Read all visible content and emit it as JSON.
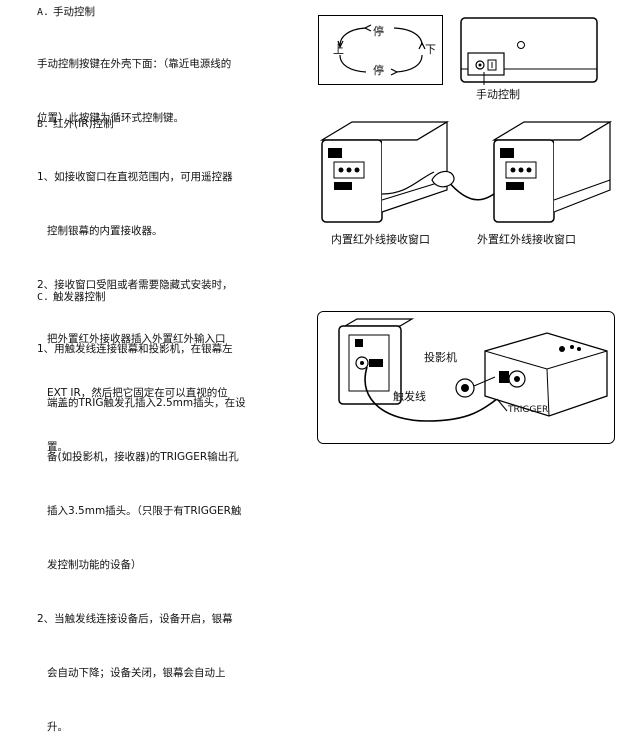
{
  "sections": {
    "a": {
      "letter": "A.",
      "title": "手动控制",
      "lines": [
        "手动控制按键在外壳下面：（靠近电源线的",
        "位置）此按键为循环式控制键。"
      ],
      "cycle_labels": {
        "top": "停",
        "bottom": "停",
        "left": "上",
        "right": "下"
      },
      "caption": "手动控制"
    },
    "b": {
      "letter": "B.",
      "title": "红外(IR)控制",
      "lines": [
        "1、如接收窗口在直视范围内，可用遥控器",
        "   控制银幕的内置接收器。",
        "2、接收窗口受阻或者需要隐藏式安装时，",
        "   把外置红外接收器插入外置红外输入口",
        "   EXT IR，然后把它固定在可以直视的位",
        "   置。"
      ],
      "caption_internal": "内置红外线接收窗口",
      "caption_external": "外置红外线接收窗口"
    },
    "c": {
      "letter": "C.",
      "title": "触发器控制",
      "lines": [
        "1、用触发线连接银幕和投影机，在银幕左",
        "   端盖的TRIG触发孔插入2.5mm插头，在设",
        "   备(如投影机，接收器)的TRIGGER输出孔",
        "   插入3.5mm插头。（只限于有TRIGGER触",
        "   发控制功能的设备）",
        "2、当触发线连接设备后，设备开启，银幕",
        "   会自动下降；设备关闭，银幕会自动上",
        "   升。"
      ],
      "label_projector": "投影机",
      "label_trigger_cable": "触发线",
      "label_trigger": "TRIGGER"
    }
  }
}
